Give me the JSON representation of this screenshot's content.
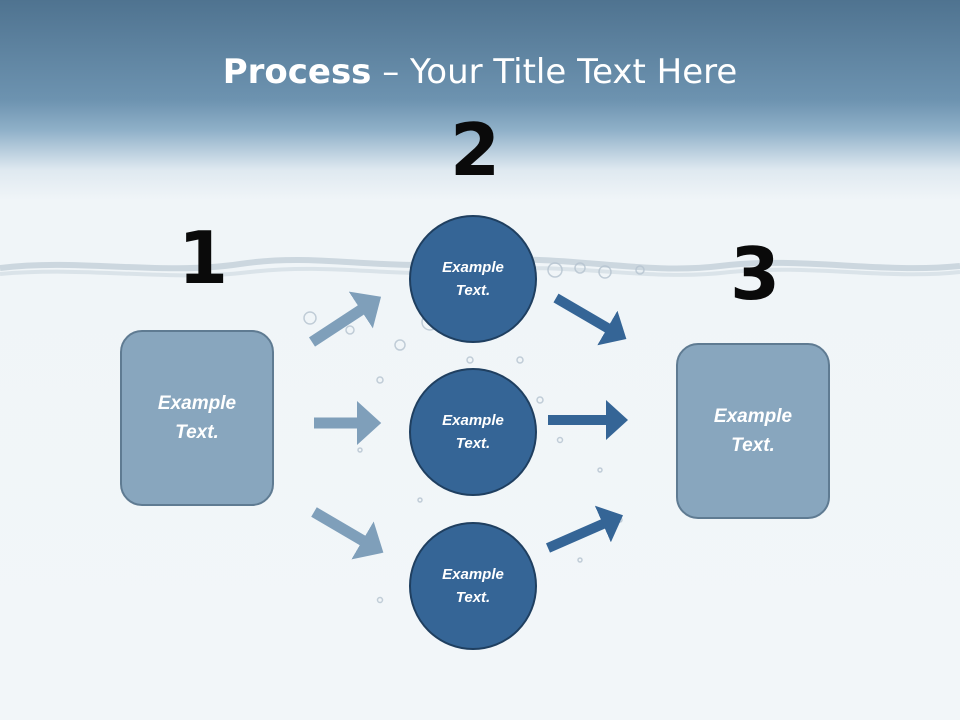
{
  "title": {
    "bold": "Process",
    "rest": " – Your Title Text Here"
  },
  "steps": {
    "one": "1",
    "two": "2",
    "three": "3"
  },
  "left_box": {
    "text": "Example\nText."
  },
  "right_box": {
    "text": "Example\nText."
  },
  "circles": [
    {
      "text": "Example\nText."
    },
    {
      "text": "Example\nText."
    },
    {
      "text": "Example\nText."
    }
  ],
  "colors": {
    "box_fill": "#88a6be",
    "circle_fill": "#356596",
    "light_arrow": "#7f9fba",
    "dark_arrow": "#356596"
  }
}
